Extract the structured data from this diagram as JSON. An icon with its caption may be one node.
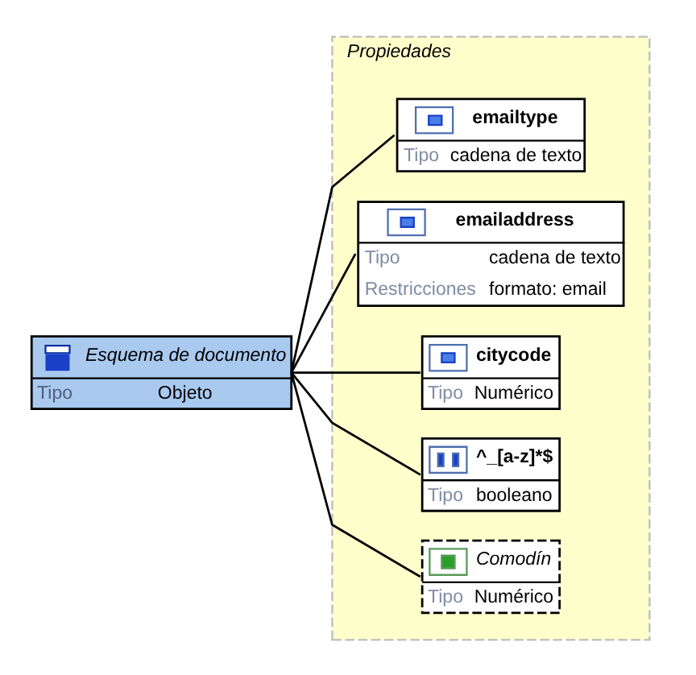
{
  "diagram": {
    "nodes": [
      {
        "text": [
          "Esquema de documento",
          "Tipo",
          "Objeto"
        ]
      },
      {
        "text": [
          "Propiedades"
        ]
      },
      {
        "text": [
          "emailtype",
          "Tipo",
          "cadena de texto"
        ],
        "in": 1
      },
      {
        "text": [
          "emailaddress",
          "Tipo",
          "cadena de texto",
          "Restricciones",
          "formato: email"
        ],
        "in": 1
      },
      {
        "text": [
          "citycode",
          "Tipo",
          "Numérico"
        ],
        "in": 1
      },
      {
        "text": [
          "^_[a-z]*$",
          "Tipo",
          "booleano"
        ],
        "in": 1
      },
      {
        "text": [
          "Comodín",
          "Tipo",
          "Numérico"
        ],
        "in": 1
      }
    ],
    "edges": [
      {
        "from": 0,
        "to": 2,
        "arrow": "none"
      },
      {
        "from": 0,
        "to": 3,
        "arrow": "none"
      },
      {
        "from": 0,
        "to": 4,
        "arrow": "none"
      },
      {
        "from": 0,
        "to": 5,
        "arrow": "none"
      },
      {
        "from": 0,
        "to": 6,
        "arrow": "none"
      }
    ]
  }
}
